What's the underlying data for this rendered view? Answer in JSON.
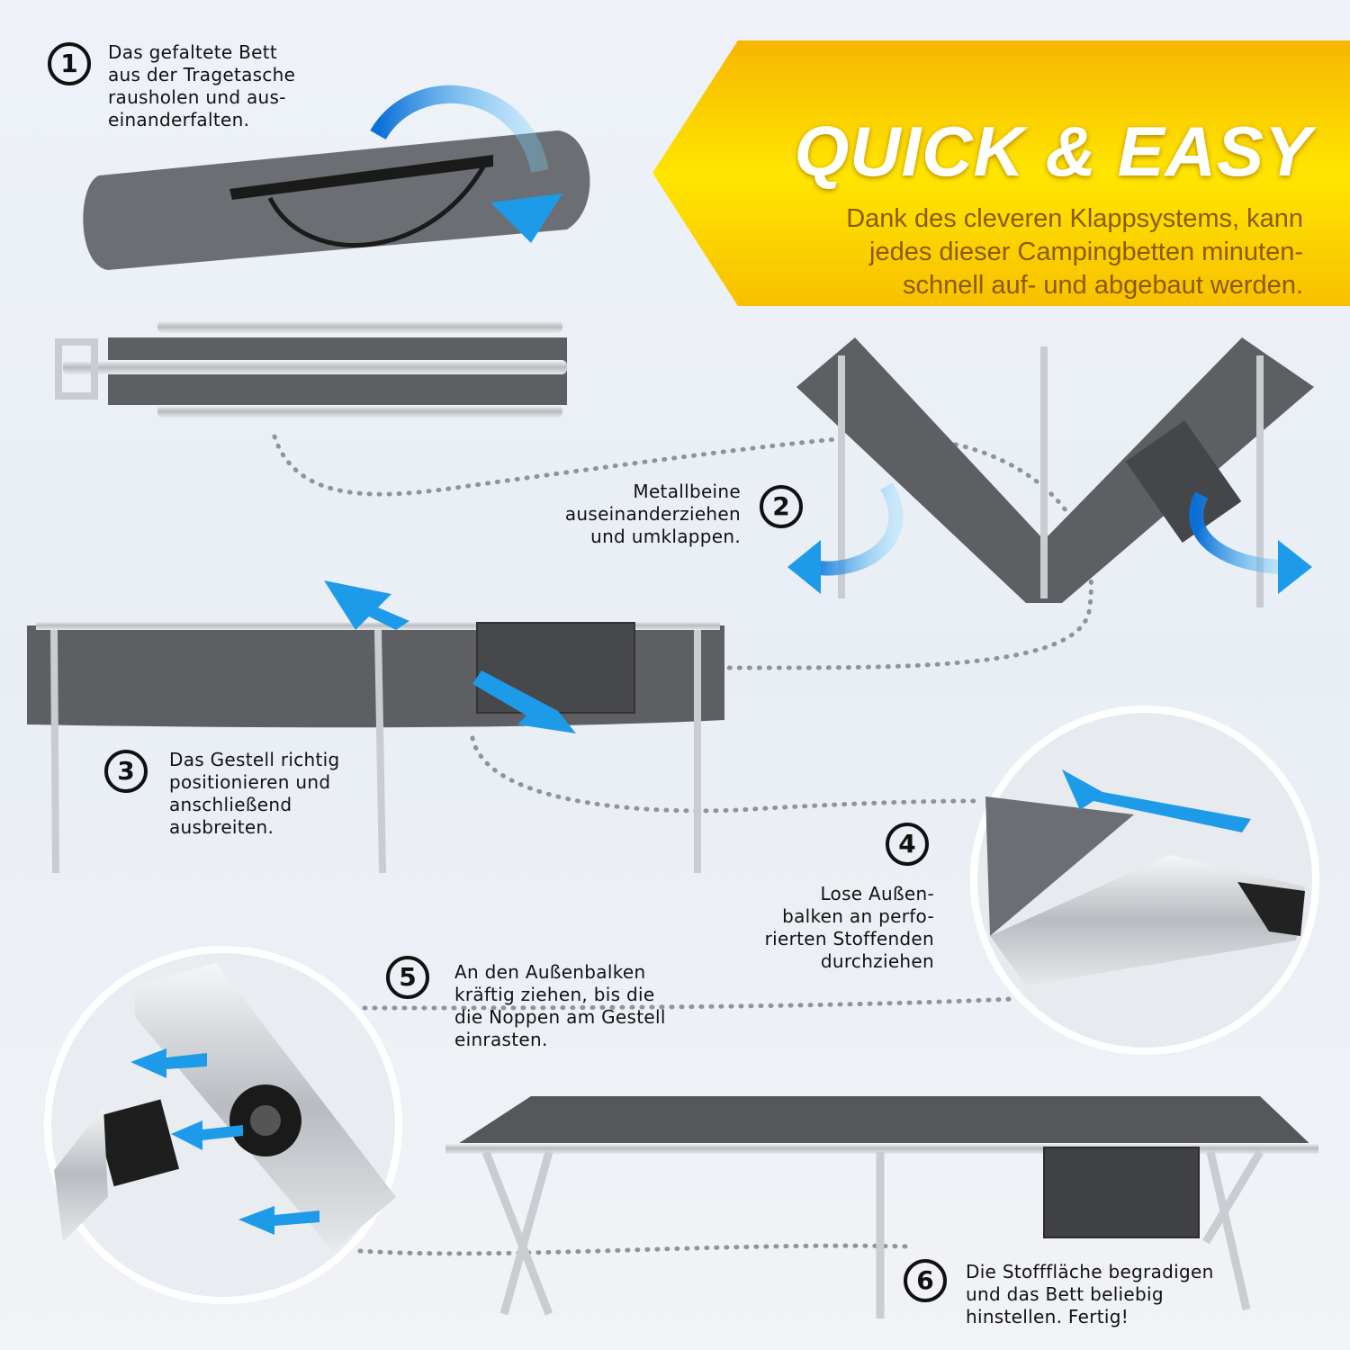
{
  "banner": {
    "title": "QUICK & EASY",
    "lines": [
      "Dank des cleveren Klappsystems, kann",
      "jedes dieser Campingbetten minuten-",
      "schnell auf- und abgebaut werden."
    ],
    "colors": {
      "yellow_top": "#f7b500",
      "yellow_mid": "#ffe600",
      "text": "#8a5a00"
    }
  },
  "steps": [
    {
      "number": "1",
      "lines": [
        "Das gefaltete Bett",
        "aus der Tragetasche",
        "rausholen und aus-",
        "einanderfalten."
      ]
    },
    {
      "number": "2",
      "lines": [
        "Metallbeine",
        "auseinanderziehen",
        "und umklappen."
      ]
    },
    {
      "number": "3",
      "lines": [
        "Das Gestell richtig",
        "positionieren und",
        "anschließend",
        "ausbreiten."
      ]
    },
    {
      "number": "4",
      "lines": [
        "Lose Außen-",
        "balken an perfo-",
        "rierten Stoffenden",
        "durchziehen"
      ]
    },
    {
      "number": "5",
      "lines": [
        "An den Außenbalken",
        "kräftig ziehen, bis die",
        "die Noppen am Gestell",
        "einrasten."
      ]
    },
    {
      "number": "6",
      "lines": [
        "Die Stofffläche begradigen",
        "und das Bett beliebig",
        "hinstellen. Fertig!"
      ]
    }
  ],
  "colors": {
    "fabric": "#5d5f63",
    "frame": "#c9ccd0",
    "arrow": "#1e9be8"
  }
}
